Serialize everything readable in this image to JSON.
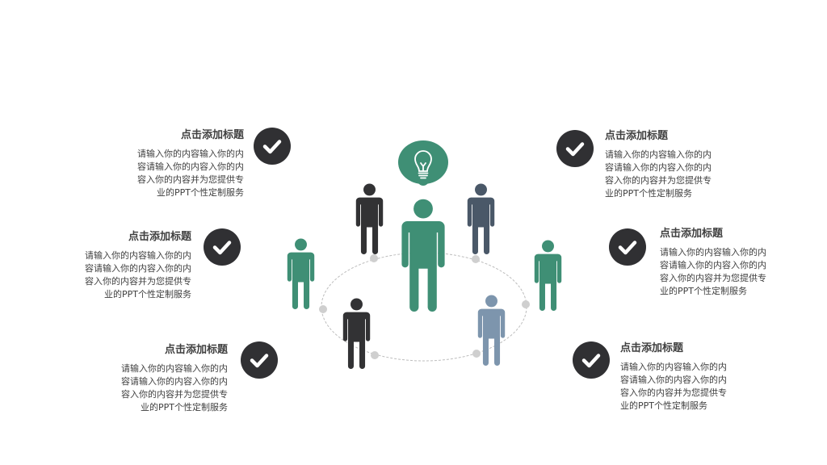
{
  "colors": {
    "green": "#3f8f75",
    "dark": "#323234",
    "slate": "#4a5868",
    "steel": "#7d95ad",
    "badge": "#303033",
    "ellipse": "#bdbdbd",
    "dot": "#cfcfcf",
    "text": "#404040"
  },
  "center": {
    "bulb_icon": "lightbulb-icon"
  },
  "items": [
    {
      "side": "left",
      "title": "点击添加标题",
      "lines": [
        "请输入你的内容输入你的内",
        "容请输入你的内容入你的内",
        "容入你的内容并为您提供专",
        "业的PPT个性定制服务"
      ],
      "icon": "check-icon"
    },
    {
      "side": "left",
      "title": "点击添加标题",
      "lines": [
        "请输入你的内容输入你的内",
        "容请输入你的内容入你的内",
        "容入你的内容并为您提供专",
        "业的PPT个性定制服务"
      ],
      "icon": "check-icon"
    },
    {
      "side": "left",
      "title": "点击添加标题",
      "lines": [
        "请输入你的内容输入你的内",
        "容请输入你的内容入你的内",
        "容入你的内容并为您提供专",
        "业的PPT个性定制服务"
      ],
      "icon": "check-icon"
    },
    {
      "side": "right",
      "title": "点击添加标题",
      "lines": [
        "请输入你的内容输入你的内",
        "容请输入你的内容入你的内",
        "容入你的内容并为您提供专",
        "业的PPT个性定制服务"
      ],
      "icon": "check-icon"
    },
    {
      "side": "right",
      "title": "点击添加标题",
      "lines": [
        "请输入你的内容输入你的内",
        "容请输入你的内容入你的内",
        "容入你的内容并为您提供专",
        "业的PPT个性定制服务"
      ],
      "icon": "check-icon"
    },
    {
      "side": "right",
      "title": "点击添加标题",
      "lines": [
        "请输入你的内容输入你的内",
        "容请输入你的内容入你的内",
        "容入你的内容并为您提供专",
        "业的PPT个性定制服务"
      ],
      "icon": "check-icon"
    }
  ]
}
